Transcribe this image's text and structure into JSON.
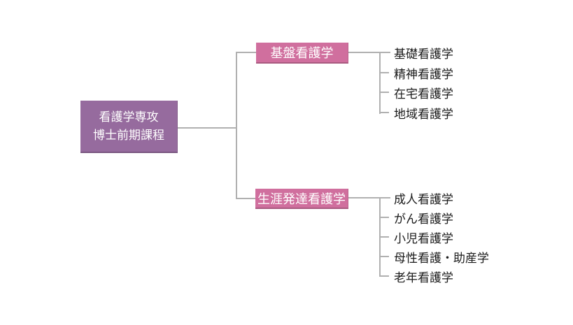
{
  "diagram": {
    "title": "nursing-graduate-program-structure",
    "root": {
      "line1": "看護学専攻",
      "line2": "博士前期課程"
    },
    "groups": [
      {
        "label": "基盤看護学",
        "children": [
          "基礎看護学",
          "精神看護学",
          "在宅看護学",
          "地域看護学"
        ]
      },
      {
        "label": "生涯発達看護学",
        "children": [
          "成人看護学",
          "がん看護学",
          "小児看護学",
          "母性看護・助産学",
          "老年看護学"
        ]
      }
    ],
    "colors": {
      "root_fill": "#966b9e",
      "group_fill": "#d06f9e",
      "line_color": "#b0b0b0",
      "leaf_text": "#1a1a1a",
      "box_text": "#ffffff"
    }
  }
}
